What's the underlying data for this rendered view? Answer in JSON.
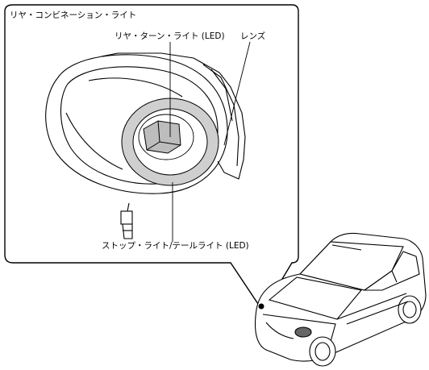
{
  "title": "リヤ・コンビネーション・ライト",
  "labels": {
    "turn_light": "リヤ・ターン・ライト (LED)",
    "lens": "レンズ",
    "stop_tail_light": "ストップ・ライト/テールライト (LED)"
  }
}
